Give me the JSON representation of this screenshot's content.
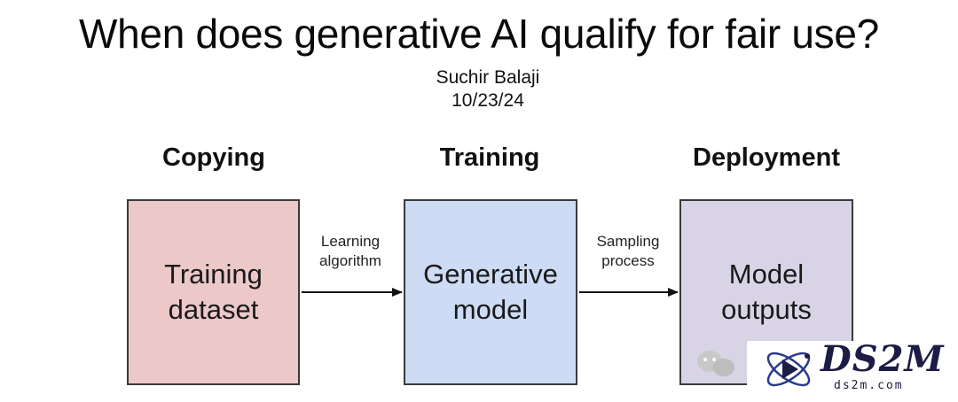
{
  "header": {
    "title": "When does generative AI qualify for fair use?",
    "author": "Suchir Balaji",
    "date": "10/23/24"
  },
  "stages": [
    {
      "label": "Copying",
      "box_text": "Training\ndataset",
      "color": "#ecc8c8"
    },
    {
      "label": "Training",
      "box_text": "Generative\nmodel",
      "color": "#cddbf4"
    },
    {
      "label": "Deployment",
      "box_text": "Model\noutputs",
      "color": "#d8d4e6"
    }
  ],
  "edges": [
    {
      "label": "Learning\nalgorithm"
    },
    {
      "label": "Sampling\nprocess"
    }
  ],
  "watermark": {
    "brand": "DS2M",
    "site": "ds2m.com",
    "icon": "atom-play-logo",
    "chat_icon": "wechat-icon"
  }
}
